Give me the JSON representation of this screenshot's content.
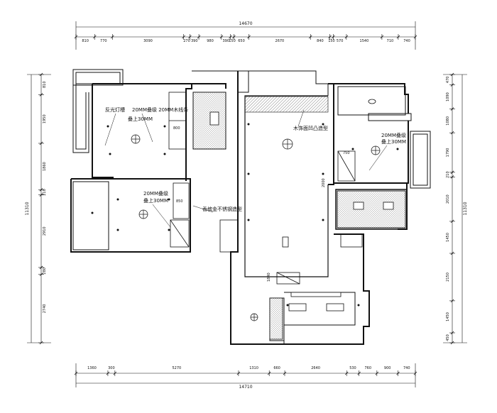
{
  "dimensions": {
    "top_total": "14670",
    "top_segments": [
      "810",
      "770",
      "3090",
      "270",
      "390",
      "980",
      "390",
      "150",
      "650",
      "2670",
      "840",
      "150",
      "570",
      "1540",
      "710",
      "740"
    ],
    "bottom_total": "14710",
    "bottom_segments": [
      "1360",
      "300",
      "5270",
      "1310",
      "660",
      "2640",
      "530",
      "760",
      "900",
      "740"
    ],
    "left_total": "11310",
    "left_segments": [
      "810",
      "1950",
      "1860",
      "210",
      "2910",
      "280",
      "2740"
    ],
    "right_total": "11310",
    "right_segments": [
      "470",
      "1090",
      "1080",
      "1790",
      "210",
      "2010",
      "1450",
      "2150",
      "1450",
      "450"
    ]
  },
  "labels": {
    "reflect_trough": "反光灯槽",
    "ceiling_tl": "20MM叠级 20MM木线条",
    "ceiling_tl_2": "叠上30MM",
    "ceiling_ml": "20MM叠级",
    "ceiling_ml_2": "叠上30MM",
    "ceiling_r": "20MM叠级",
    "ceiling_r_2": "叠上30MM",
    "wood_ceiling": "木饰面凹凸造型",
    "steel_shape": "香槟金不锈钢造型"
  },
  "small_dims": {
    "a": "800",
    "b": "850",
    "c": "750",
    "d": "2000",
    "e": "1840"
  },
  "colors": {
    "line": "#111111",
    "hatch": "#555555"
  }
}
